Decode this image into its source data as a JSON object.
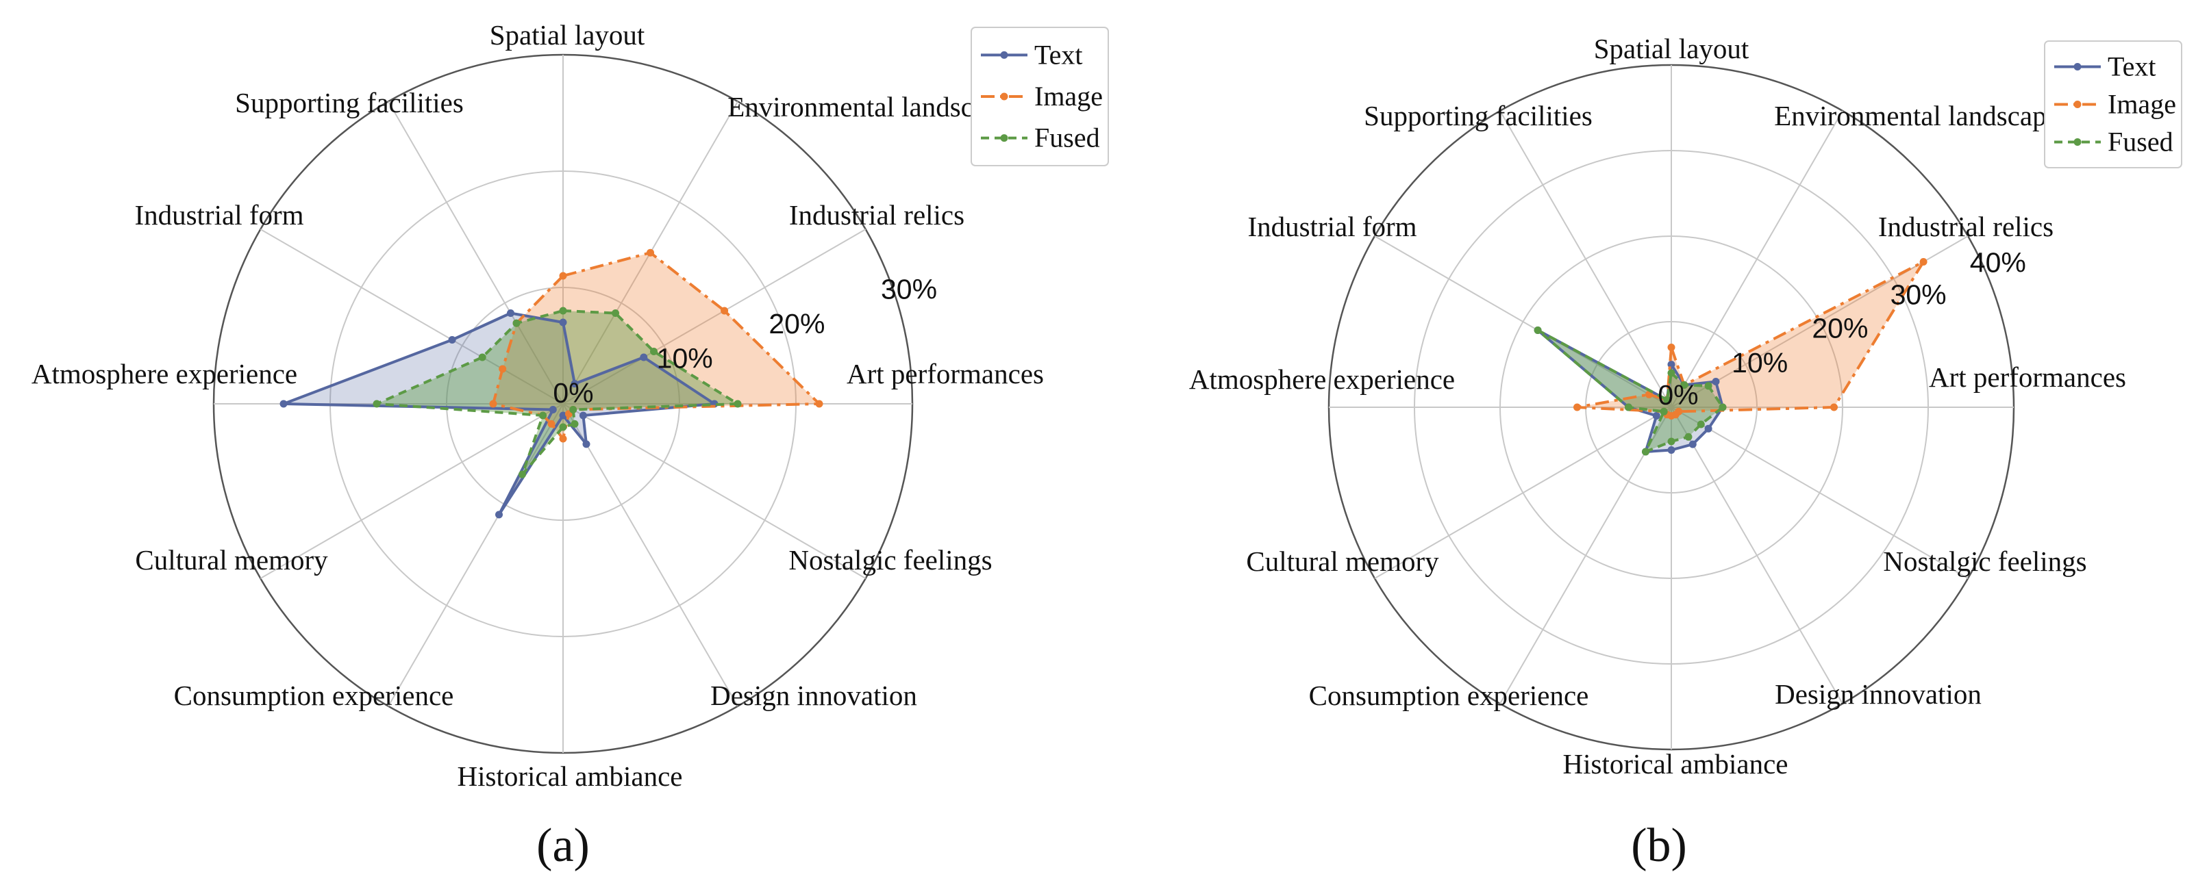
{
  "colors": {
    "text": "#5567a0",
    "image": "#ed7d31",
    "fused": "#5c9a45",
    "grid": "#c8c8c8",
    "outer": "#555555"
  },
  "chart_data": [
    {
      "panel": "(a)",
      "type": "radar",
      "categories": [
        "Spatial layout",
        "Environmental landscape",
        "Industrial relics",
        "Art performances",
        "Nostalgic feelings",
        "Design innovation",
        "Historical ambiance",
        "Consumption experience",
        "Cultural memory",
        "Atmosphere experience",
        "Industrial form",
        "Supporting facilities"
      ],
      "rmax": 30,
      "ticks": [
        0,
        10,
        20,
        30
      ],
      "tick_labels": [
        "0%",
        "10%",
        "20%",
        "30%"
      ],
      "series": [
        {
          "name": "Text",
          "values": [
            7,
            2,
            8,
            13,
            2,
            4,
            1,
            11,
            1,
            24,
            11,
            9
          ]
        },
        {
          "name": "Image",
          "values": [
            11,
            15,
            16,
            22,
            1,
            1,
            3,
            2,
            2,
            6,
            6,
            8
          ]
        },
        {
          "name": "Fused",
          "values": [
            8,
            9,
            9,
            15,
            1,
            2,
            2,
            7,
            2,
            16,
            8,
            8
          ]
        }
      ]
    },
    {
      "panel": "(b)",
      "type": "radar",
      "categories": [
        "Spatial layout",
        "Environmental landscape",
        "Industrial relics",
        "Art performances",
        "Nostalgic feelings",
        "Design innovation",
        "Historical ambiance",
        "Consumption experience",
        "Cultural memory",
        "Atmosphere experience",
        "Industrial form",
        "Supporting facilities"
      ],
      "rmax": 40,
      "ticks": [
        0,
        10,
        20,
        30,
        40
      ],
      "tick_labels": [
        "0%",
        "10%",
        "20%",
        "30%",
        "40%"
      ],
      "series": [
        {
          "name": "Text",
          "values": [
            5,
            3,
            6,
            6,
            5,
            5,
            5,
            6,
            2,
            5,
            18,
            1
          ]
        },
        {
          "name": "Image",
          "values": [
            7,
            3,
            34,
            19,
            1,
            1,
            1,
            1,
            1,
            11,
            3,
            1
          ]
        },
        {
          "name": "Fused",
          "values": [
            4,
            3,
            5,
            6,
            4,
            4,
            4,
            6,
            1,
            5,
            18,
            1
          ]
        }
      ]
    }
  ]
}
